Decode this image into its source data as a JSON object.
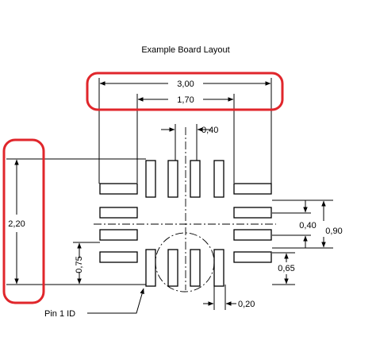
{
  "title": "Example Board Layout",
  "dimensions": {
    "overall_width": "3,00",
    "inner_width": "1,70",
    "pad_pitch_top": "0,40",
    "overall_height": "2,20",
    "pad_pitch_right": "0,40",
    "right_height": "0,90",
    "left_height": "0,75",
    "right_lower": "0,65",
    "pad_width": "0,20"
  },
  "pin1_label": "Pin 1 ID",
  "colors": {
    "highlight": "#e0262b",
    "line": "#000000",
    "background": "#ffffff"
  }
}
